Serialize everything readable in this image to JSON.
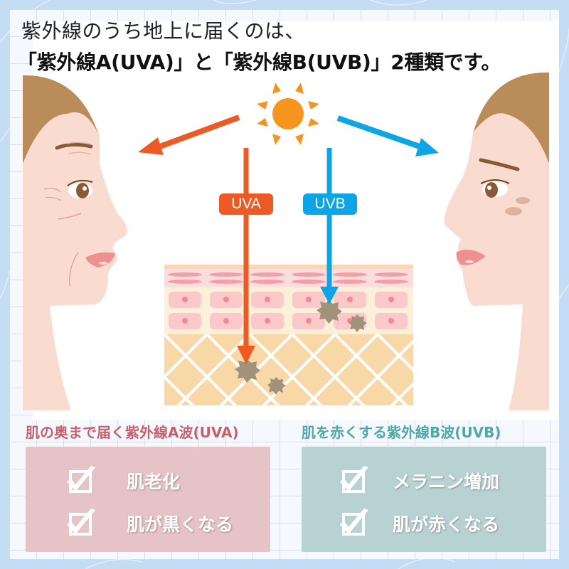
{
  "title": {
    "line1": "紫外線のうち地上に届くのは、",
    "line2": "「紫外線A(UVA)」と「紫外線B(UVB)」2種類です。"
  },
  "diagram": {
    "uva_label": "UVA",
    "uvb_label": "UVB",
    "left_face": "aged-skin-face",
    "right_face": "pigmented-skin-face",
    "center": "skin-layer-cross-section",
    "icons": [
      "sun-icon",
      "arrow-uva-icon",
      "arrow-uvb-icon"
    ]
  },
  "sections": {
    "uva": {
      "title": "肌の奥まで届く紫外線A波(UVA)",
      "items": [
        "肌老化",
        "肌が黒くなる"
      ]
    },
    "uvb": {
      "title": "肌を赤くする紫外線B波(UVB)",
      "items": [
        "メラニン増加",
        "肌が赤くなる"
      ]
    }
  },
  "colors": {
    "uva": "#ee5a24",
    "uvb": "#0ea5e6",
    "sun": "#f7941d",
    "uva_box": "#e5c3c7",
    "uvb_box": "#b8d1d3",
    "uva_title": "#c7606c",
    "uvb_title": "#4fa7a9",
    "background": "#c4dcf4"
  }
}
